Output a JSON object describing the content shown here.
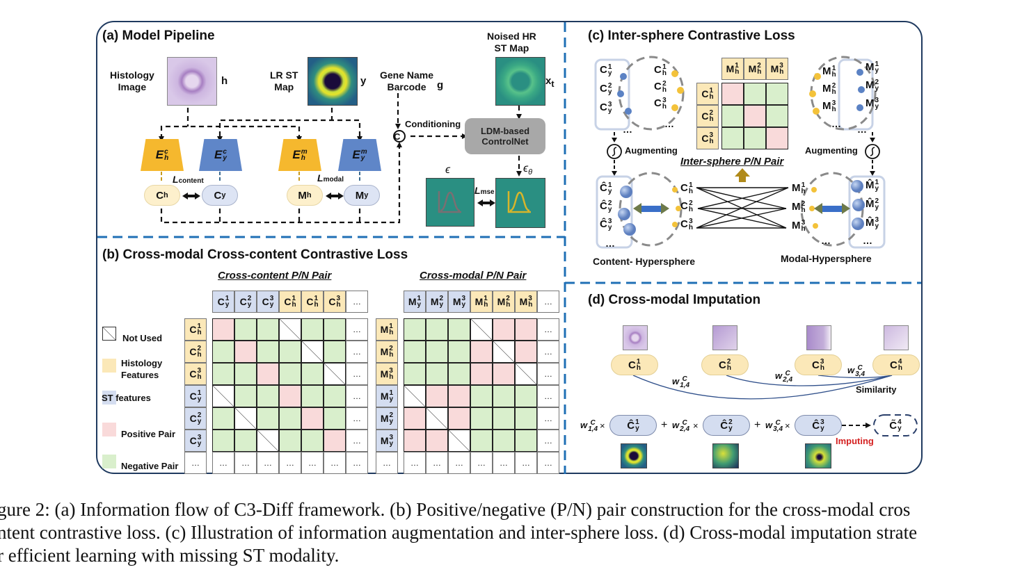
{
  "panels": {
    "a": {
      "title": "(a) Model Pipeline",
      "histology_label": "Histology\nImage",
      "histology_var": "h",
      "lrst_label": "LR ST\nMap",
      "lrst_var": "y",
      "gene_label": "Gene Name\nBarcode",
      "gene_var": "g",
      "noised_label": "Noised HR\nST Map",
      "noised_var": "x",
      "noised_sub": "t",
      "conditioning": "Conditioning",
      "concat_symbol": "C",
      "controlnet": "LDM-based\nControlNet",
      "epsilon": "ϵ",
      "epsilon_theta": "ϵ",
      "epsilon_theta_sub": "θ",
      "encoders": [
        {
          "base": "E",
          "sub": "h",
          "sup": "c",
          "color": "#f5b82e"
        },
        {
          "base": "E",
          "sub": "y",
          "sup": "c",
          "color": "#5f86c8"
        },
        {
          "base": "E",
          "sub": "h",
          "sup": "m",
          "color": "#f5b82e"
        },
        {
          "base": "E",
          "sub": "y",
          "sup": "m",
          "color": "#5f86c8"
        }
      ],
      "features": [
        {
          "base": "C",
          "sub": "h"
        },
        {
          "base": "C",
          "sub": "y"
        },
        {
          "base": "M",
          "sub": "h"
        },
        {
          "base": "M",
          "sub": "y"
        }
      ],
      "losses": {
        "content": {
          "base": "L",
          "sub": "content"
        },
        "modal": {
          "base": "L",
          "sub": "modal"
        },
        "mse": {
          "base": "L",
          "sub": "mse"
        }
      }
    },
    "b": {
      "title": "(b) Cross-modal Cross-content Contrastive Loss",
      "legend": [
        {
          "label": "Not Used",
          "kind": "nu"
        },
        {
          "label": "Histology\nFeatures",
          "kind": "hist"
        },
        {
          "label": "ST features",
          "kind": "st"
        },
        {
          "label": "Positive Pair",
          "kind": "pos"
        },
        {
          "label": "Negative Pair",
          "kind": "neg"
        }
      ],
      "cross_content": {
        "title": "Cross-content P/N Pair",
        "col_headers": [
          {
            "base": "C",
            "sup": "1",
            "sub": "y",
            "kind": "st"
          },
          {
            "base": "C",
            "sup": "2",
            "sub": "y",
            "kind": "st"
          },
          {
            "base": "C",
            "sup": "3",
            "sub": "y",
            "kind": "st"
          },
          {
            "base": "C",
            "sup": "1",
            "sub": "h",
            "kind": "hist"
          },
          {
            "base": "C",
            "sup": "1",
            "sub": "h",
            "kind": "hist"
          },
          {
            "base": "C",
            "sup": "3",
            "sub": "h",
            "kind": "hist"
          },
          {
            "base": "…",
            "kind": "dots"
          }
        ],
        "row_headers": [
          {
            "base": "C",
            "sup": "1",
            "sub": "h",
            "kind": "hist"
          },
          {
            "base": "C",
            "sup": "2",
            "sub": "h",
            "kind": "hist"
          },
          {
            "base": "C",
            "sup": "3",
            "sub": "h",
            "kind": "hist"
          },
          {
            "base": "C",
            "sup": "1",
            "sub": "y",
            "kind": "st"
          },
          {
            "base": "C",
            "sup": "2",
            "sub": "y",
            "kind": "st"
          },
          {
            "base": "C",
            "sup": "3",
            "sub": "y",
            "kind": "st"
          },
          {
            "base": "…",
            "kind": "dots"
          }
        ],
        "matrix": [
          [
            "pos",
            "neg",
            "neg",
            "nu",
            "neg",
            "neg",
            "dots"
          ],
          [
            "neg",
            "pos",
            "neg",
            "neg",
            "nu",
            "neg",
            "dots"
          ],
          [
            "neg",
            "neg",
            "pos",
            "neg",
            "neg",
            "nu",
            "dots"
          ],
          [
            "nu",
            "neg",
            "neg",
            "pos",
            "neg",
            "neg",
            "dots"
          ],
          [
            "neg",
            "nu",
            "neg",
            "neg",
            "pos",
            "neg",
            "dots"
          ],
          [
            "neg",
            "neg",
            "nu",
            "neg",
            "neg",
            "pos",
            "dots"
          ],
          [
            "dots",
            "dots",
            "dots",
            "dots",
            "dots",
            "dots",
            "dots"
          ]
        ]
      },
      "cross_modal": {
        "title": "Cross-modal P/N Pair",
        "col_headers": [
          {
            "base": "M",
            "sup": "1",
            "sub": "y",
            "kind": "st"
          },
          {
            "base": "M",
            "sup": "2",
            "sub": "y",
            "kind": "st"
          },
          {
            "base": "M",
            "sup": "3",
            "sub": "y",
            "kind": "st"
          },
          {
            "base": "M",
            "sup": "1",
            "sub": "h",
            "kind": "hist"
          },
          {
            "base": "M",
            "sup": "2",
            "sub": "h",
            "kind": "hist"
          },
          {
            "base": "M",
            "sup": "3",
            "sub": "h",
            "kind": "hist"
          },
          {
            "base": "…",
            "kind": "dots"
          }
        ],
        "row_headers": [
          {
            "base": "M",
            "sup": "1",
            "sub": "h",
            "kind": "hist"
          },
          {
            "base": "M",
            "sup": "2",
            "sub": "h",
            "kind": "hist"
          },
          {
            "base": "M",
            "sup": "3",
            "sub": "h",
            "kind": "hist"
          },
          {
            "base": "M",
            "sup": "1",
            "sub": "y",
            "kind": "st"
          },
          {
            "base": "M",
            "sup": "2",
            "sub": "y",
            "kind": "st"
          },
          {
            "base": "M",
            "sup": "3",
            "sub": "y",
            "kind": "st"
          },
          {
            "base": "…",
            "kind": "dots"
          }
        ],
        "matrix": [
          [
            "neg",
            "neg",
            "neg",
            "nu",
            "pos",
            "pos",
            "dots"
          ],
          [
            "neg",
            "neg",
            "neg",
            "pos",
            "nu",
            "pos",
            "dots"
          ],
          [
            "neg",
            "neg",
            "neg",
            "pos",
            "pos",
            "nu",
            "dots"
          ],
          [
            "nu",
            "pos",
            "pos",
            "neg",
            "neg",
            "neg",
            "dots"
          ],
          [
            "pos",
            "nu",
            "pos",
            "neg",
            "neg",
            "neg",
            "dots"
          ],
          [
            "pos",
            "pos",
            "nu",
            "neg",
            "neg",
            "neg",
            "dots"
          ],
          [
            "dots",
            "dots",
            "dots",
            "dots",
            "dots",
            "dots",
            "dots"
          ]
        ]
      }
    },
    "c": {
      "title": "(c) Inter-sphere Contrastive Loss",
      "augmenting": "Augmenting",
      "pair_title": "Inter-sphere P/N Pair",
      "content_sphere": "Content- Hypersphere",
      "modal_sphere": "Modal-Hypersphere",
      "cy": [
        "1",
        "2",
        "3"
      ],
      "ch": [
        "1",
        "2",
        "3"
      ],
      "mh": [
        "1",
        "2",
        "3"
      ],
      "my": [
        "1",
        "2",
        "3"
      ],
      "matrix_cols": [
        {
          "base": "M",
          "sup": "1",
          "sub": "h"
        },
        {
          "base": "M",
          "sup": "2",
          "sub": "h"
        },
        {
          "base": "M",
          "sup": "3",
          "sub": "h"
        }
      ],
      "matrix_rows": [
        {
          "base": "C",
          "sup": "1",
          "sub": "h"
        },
        {
          "base": "C",
          "sup": "2",
          "sub": "h"
        },
        {
          "base": "C",
          "sup": "3",
          "sub": "h"
        }
      ],
      "matrix": [
        [
          "pos",
          "neg",
          "neg"
        ],
        [
          "neg",
          "pos",
          "neg"
        ],
        [
          "neg",
          "neg",
          "pos"
        ]
      ],
      "ellipsis": "…"
    },
    "d": {
      "title": "(d) Cross-modal Imputation",
      "histology_nodes": [
        {
          "base": "C",
          "sup": "1",
          "sub": "h"
        },
        {
          "base": "C",
          "sup": "2",
          "sub": "h"
        },
        {
          "base": "C",
          "sup": "3",
          "sub": "h"
        },
        {
          "base": "C",
          "sup": "4",
          "sub": "h"
        }
      ],
      "weights": [
        {
          "base": "w",
          "sup": "C",
          "sub": "1,4"
        },
        {
          "base": "w",
          "sup": "C",
          "sub": "2,4"
        },
        {
          "base": "w",
          "sup": "C",
          "sub": "3,4"
        }
      ],
      "similarity": "Similarity",
      "st_nodes": [
        {
          "base": "Ĉ",
          "sup": "1",
          "sub": "y"
        },
        {
          "base": "Ĉ",
          "sup": "2",
          "sub": "y"
        },
        {
          "base": "Ĉ",
          "sup": "3",
          "sub": "y"
        }
      ],
      "imputed": {
        "base": "C̃",
        "sup": "4",
        "sub": "y"
      },
      "times": "×",
      "plus": "+",
      "imputing": "Imputing"
    }
  },
  "caption": [
    "gure 2: (a) Information flow of C3-Diff framework. (b) Positive/negative (P/N) pair construction for the cross-modal cros",
    "ntent contrastive loss. (c) Illustration of information augmentation and inter-sphere loss. (d) Cross-modal imputation strate",
    "r efficient learning with missing ST modality."
  ],
  "colors": {
    "frame": "#1f3a5f",
    "divider": "#1f6fb5",
    "histology_fill": "#fbe8b8",
    "st_fill": "#d4ddf0",
    "positive": "#f9dada",
    "negative": "#d9efcc",
    "encoder_h": "#f5b82e",
    "encoder_y": "#5f86c8",
    "imputing": "#d42020"
  }
}
